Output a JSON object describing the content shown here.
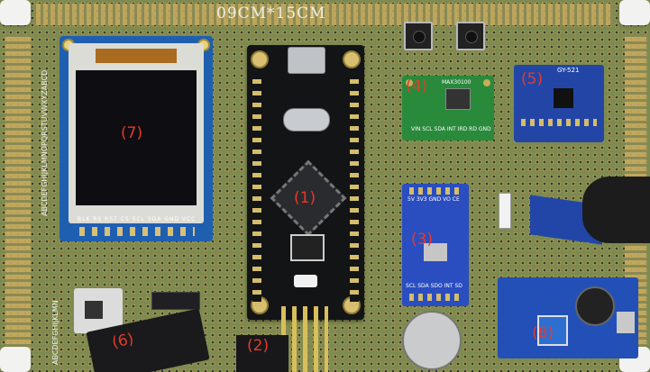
{
  "board": {
    "title": "09CM*15CM",
    "row_letters_top": "ABCDEFGHIJKLMNOPQRSTUVWXYZABCD",
    "row_letters_bottom": "ABCDEFGHIJKLMN"
  },
  "modules": [
    {
      "label": "(1)"
    },
    {
      "label": "(2)"
    },
    {
      "label": "(3)"
    },
    {
      "label": "(4)"
    },
    {
      "label": "(5)"
    },
    {
      "label": "(6)"
    },
    {
      "label": "(7)"
    },
    {
      "label": "(8)"
    }
  ],
  "tft": {
    "pin_labels": "BLK RS RST CS SCL SDA GND VCC"
  },
  "max30100": {
    "chip_label": "MAX30100",
    "pin_labels": "VIN SCL SDA INT IRD RD GND"
  },
  "mpu6050": {
    "silk": "GY-521"
  },
  "bme280": {
    "top_pins": "5V 3V3 GND VO CE",
    "bottom_pins": "SCL SDA SDO INT SD"
  }
}
